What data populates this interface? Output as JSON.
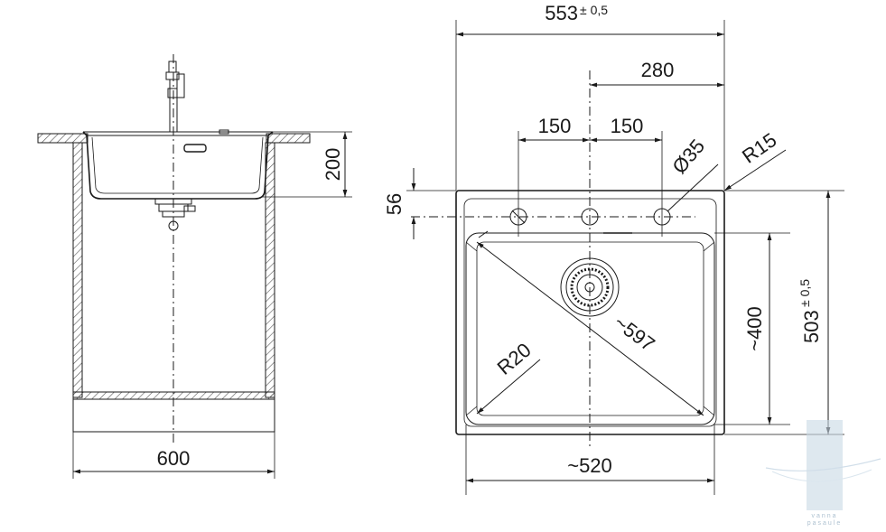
{
  "dimensions": {
    "width_total": "553",
    "width_tolerance": "± 0,5",
    "offset_tap": "280",
    "hole_spacing_left": "150",
    "hole_spacing_right": "150",
    "hole_diameter": "Ø35",
    "corner_radius_outer": "R15",
    "deck_depth": "56",
    "bowl_depth": "200",
    "cabinet_width": "600",
    "bowl_width": "~520",
    "bowl_length": "~400",
    "total_length": "503",
    "total_length_tolerance": "± 0,5",
    "inner_radius": "R20",
    "diagonal": "~597"
  },
  "colors": {
    "line": "#1a1a1a",
    "hatch": "#555555",
    "logo": "#c9d9e6"
  },
  "logo": {
    "text": "vanna pasaule"
  }
}
